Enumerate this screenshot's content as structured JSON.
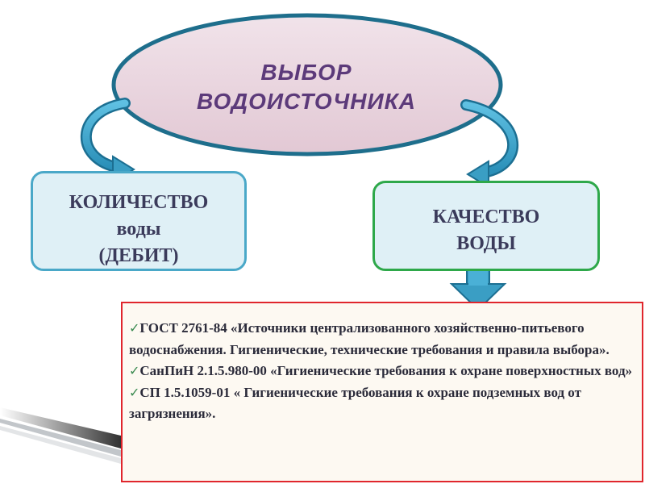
{
  "header": {
    "title_line1": "ВЫБОР",
    "title_line2": "ВОДОИСТОЧНИКА"
  },
  "left_box": {
    "line1": "КОЛИЧЕСТВО",
    "line2": "воды",
    "line3": "(ДЕБИТ)"
  },
  "right_box": {
    "line1": "КАЧЕСТВО",
    "line2": "ВОДЫ"
  },
  "standards": {
    "items": [
      {
        "check": "✓",
        "text": "ГОСТ 2761-84 «Источники централизованного хозяйственно-питьевого водоснабжения. Гигиенические, технические требования и правила выбора»."
      },
      {
        "check": "✓",
        "text": "СанПиН 2.1.5.980-00 «Гигиенические требования к охране поверхностных вод»"
      },
      {
        "check": "✓",
        "text": "СП 1.5.1059-01 « Гигиенические требования к охране подземных вод от загрязнения»."
      }
    ]
  },
  "colors": {
    "oval_fill": "#ead6e0",
    "oval_border": "#1e6e8c",
    "arrow": "#3a9ec4",
    "left_border": "#4aa8c8",
    "right_border": "#2ea84a",
    "standards_border": "#e0262d"
  }
}
